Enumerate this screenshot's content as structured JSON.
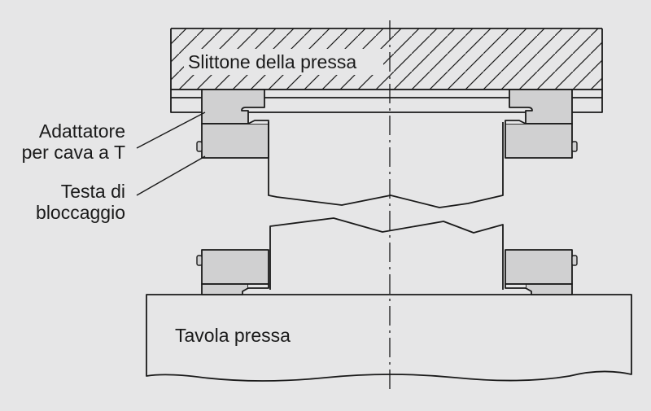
{
  "labels": {
    "ram": "Slittone della pressa",
    "adapter_line1": "Adattatore",
    "adapter_line2": "per cava a T",
    "clamp_line1": "Testa di",
    "clamp_line2": "bloccaggio",
    "bed": "Tavola pressa"
  },
  "colors": {
    "background": "#e6e6e7",
    "part_fill": "#d0d0d1",
    "panel_fill": "#e6e6e7",
    "stroke": "#1a1a1a"
  }
}
